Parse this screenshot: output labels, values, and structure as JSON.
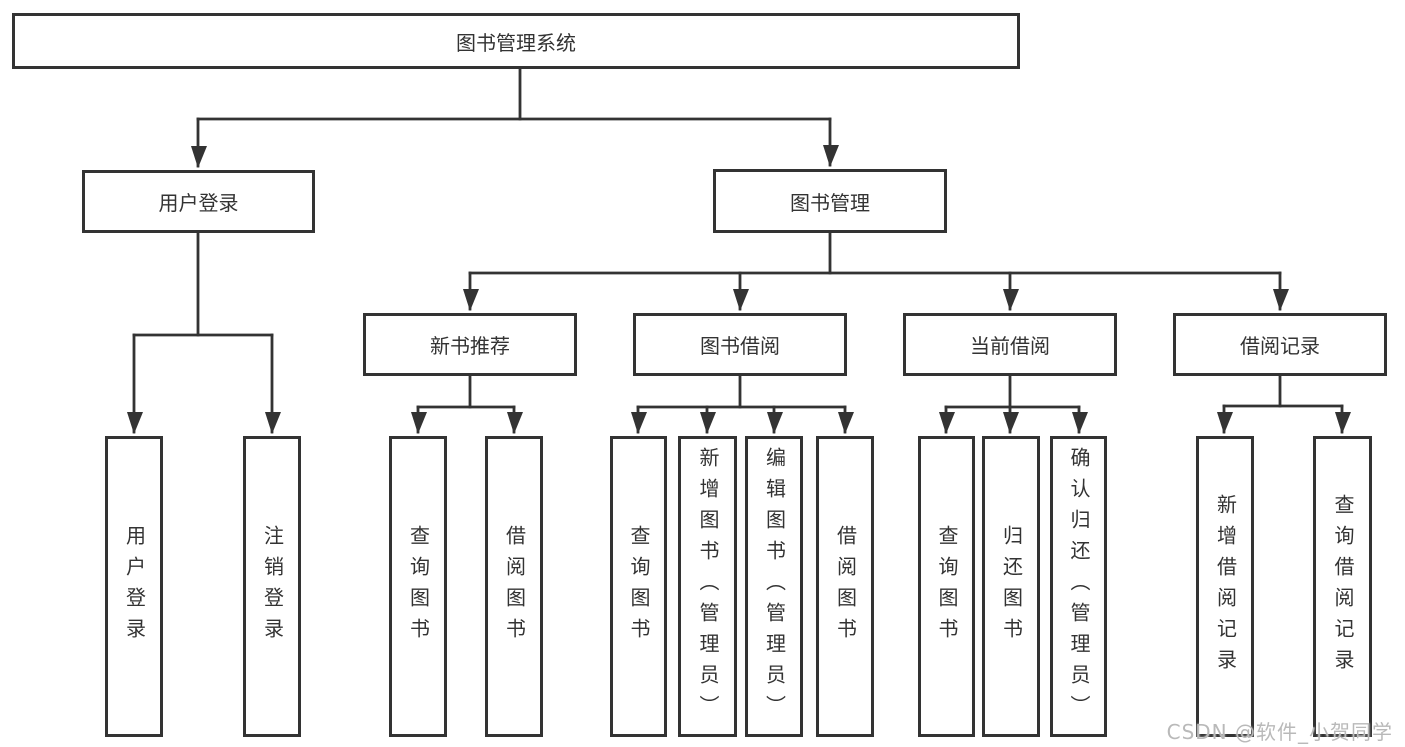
{
  "nodes": {
    "root": "图书管理系统",
    "user_login": "用户登录",
    "book_mgmt": "图书管理",
    "new_book_rec": "新书推荐",
    "book_borrow": "图书借阅",
    "current_borrow": "当前借阅",
    "borrow_records": "借阅记录",
    "leaf_user_login": "用户登录",
    "leaf_logout": "注销登录",
    "leaf_rec_query": "查询图书",
    "leaf_rec_borrow": "借阅图书",
    "leaf_bb_query": "查询图书",
    "leaf_bb_add": "新增图书（管理员）",
    "leaf_bb_edit": "编辑图书（管理员）",
    "leaf_bb_borrow": "借阅图书",
    "leaf_cb_query": "查询图书",
    "leaf_cb_return": "归还图书",
    "leaf_cb_confirm": "确认归还（管理员）",
    "leaf_br_add": "新增借阅记录",
    "leaf_br_query": "查询借阅记录"
  },
  "watermark": "CSDN @软件_小贺同学",
  "colors": {
    "line": "#333333",
    "border": "#333333",
    "text": "#333333",
    "watermark": "#b9b9b9",
    "background": "#ffffff"
  }
}
